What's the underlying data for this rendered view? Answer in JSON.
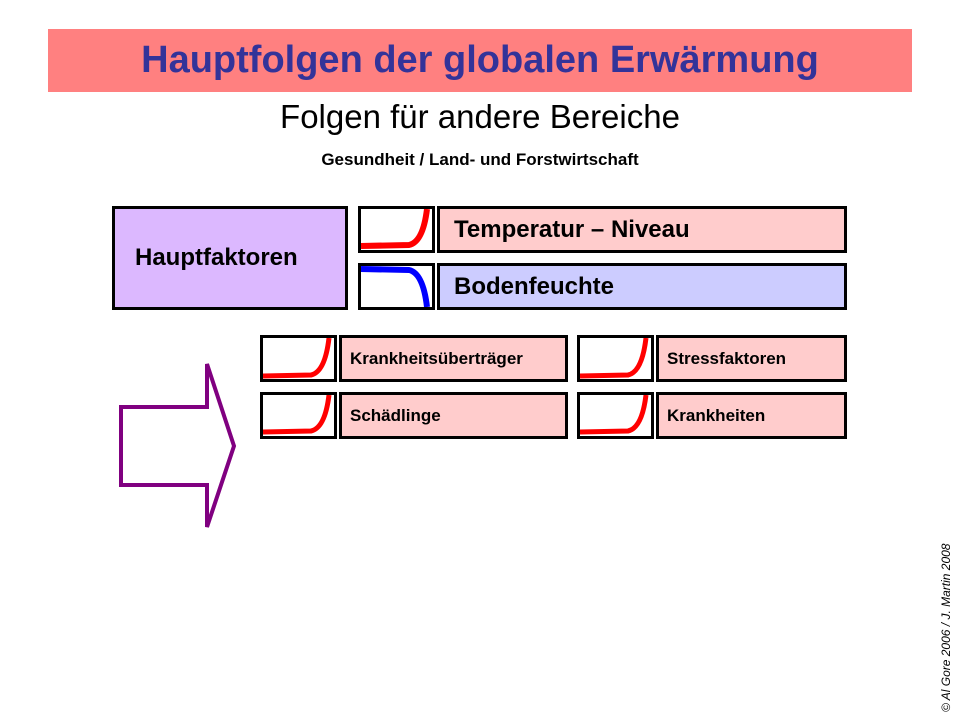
{
  "header": {
    "title": "Hauptfolgen der globalen Erwärmung",
    "subtitle": "Folgen für andere Bereiche",
    "subsubtitle": "Gesundheit / Land- und Forstwirtschaft"
  },
  "main_factors": {
    "label": "Hauptfaktoren",
    "items": [
      {
        "label": "Temperatur – Niveau",
        "trend": "rising",
        "trend_color": "#ff0000",
        "fill": "#ffcccc"
      },
      {
        "label": "Bodenfeuchte",
        "trend": "falling",
        "trend_color": "#0000ff",
        "fill": "#ccccff"
      }
    ]
  },
  "consequences": {
    "arrow_color": "#800080",
    "items": [
      {
        "label": "Krankheitsüberträger",
        "trend": "rising",
        "trend_color": "#ff0000"
      },
      {
        "label": "Stressfaktoren",
        "trend": "rising",
        "trend_color": "#ff0000"
      },
      {
        "label": "Schädlinge",
        "trend": "rising",
        "trend_color": "#ff0000"
      },
      {
        "label": "Krankheiten",
        "trend": "rising",
        "trend_color": "#ff0000"
      }
    ]
  },
  "footer": {
    "copyright": "© Al Gore 2006 / J. Martin 2008"
  },
  "colors": {
    "title_band": "#ff8080",
    "title_text": "#333399",
    "main_factor_box": "#dcb8ff"
  }
}
